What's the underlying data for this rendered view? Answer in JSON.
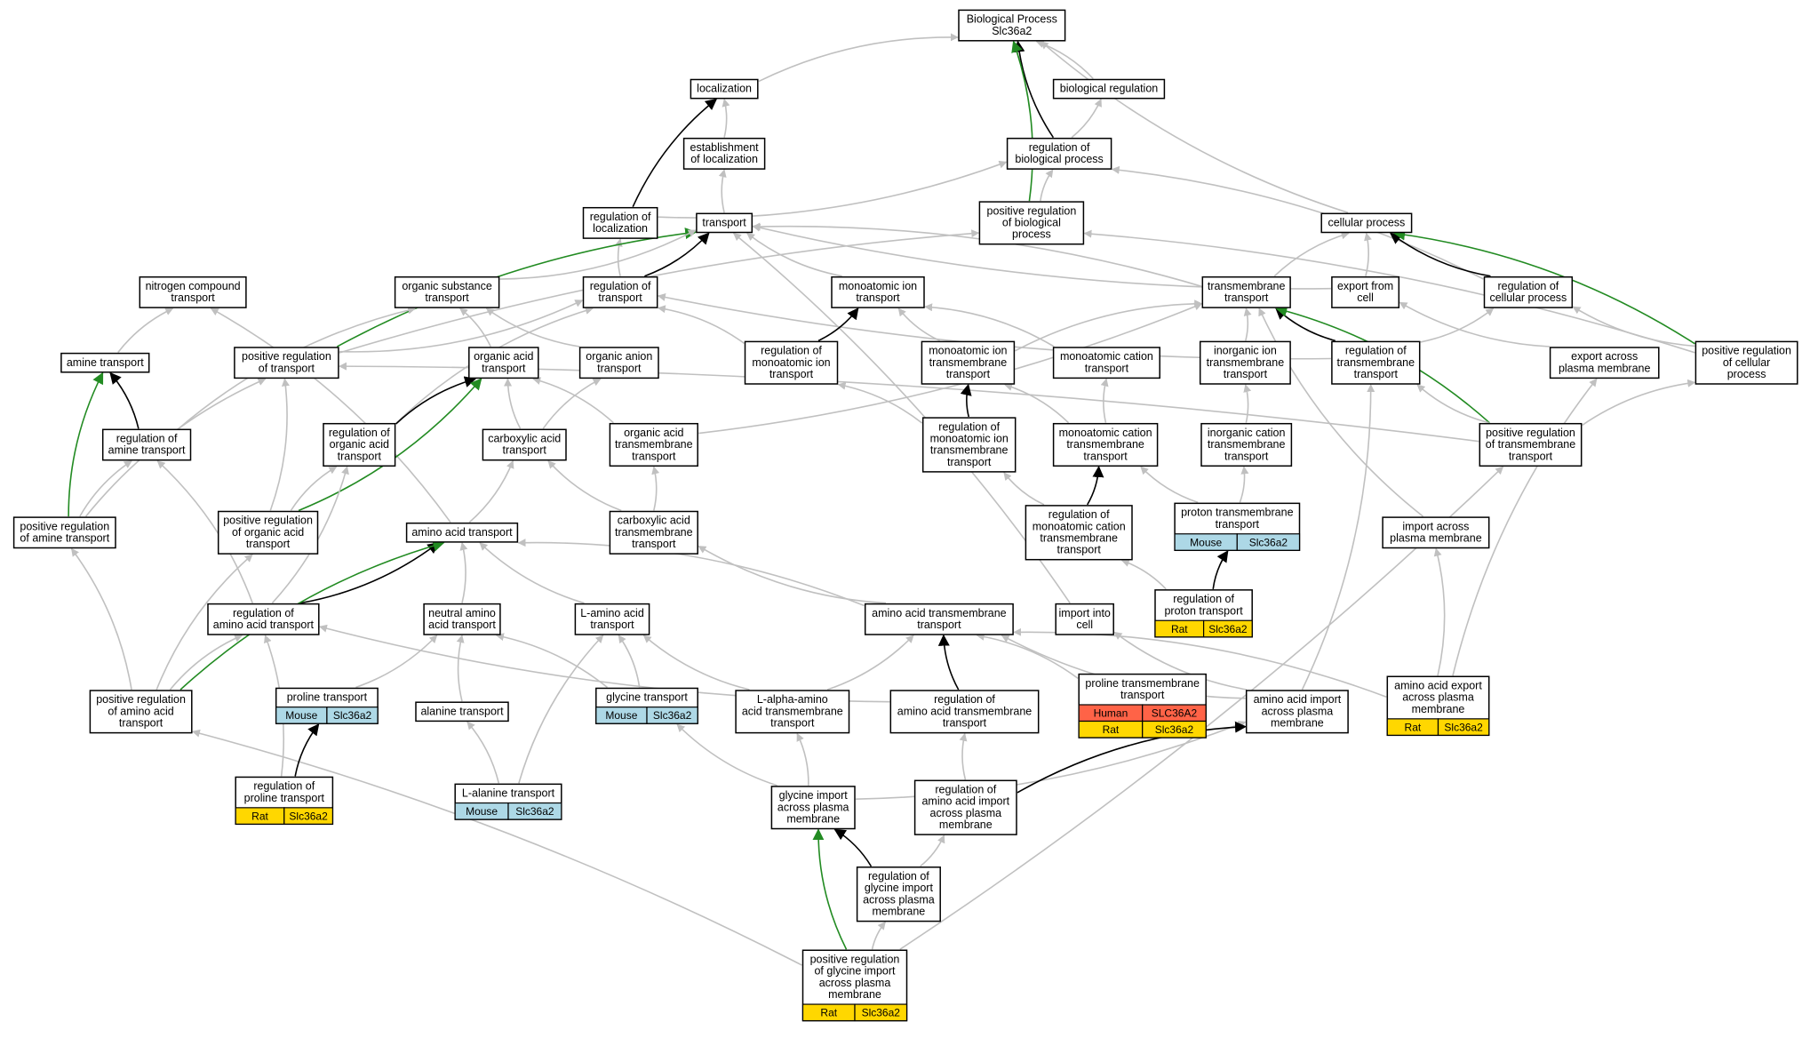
{
  "colors": {
    "gray": "#c0c0c0",
    "black": "#000000",
    "green": "#228b22",
    "mouse": "#add8e6",
    "rat": "#ffd700",
    "human": "#ff6347"
  },
  "nodes": {
    "bp": {
      "lines": [
        "Biological Process",
        "Slc36a2"
      ]
    },
    "loc": {
      "lines": [
        "localization"
      ]
    },
    "bioreg": {
      "lines": [
        "biological regulation"
      ]
    },
    "estloc": {
      "lines": [
        "establishment",
        "of localization"
      ]
    },
    "regbp": {
      "lines": [
        "regulation of",
        "biological process"
      ]
    },
    "regloc": {
      "lines": [
        "regulation of",
        "localization"
      ]
    },
    "transport": {
      "lines": [
        "transport"
      ]
    },
    "posregbp": {
      "lines": [
        "positive regulation",
        "of biological",
        "process"
      ]
    },
    "cellproc": {
      "lines": [
        "cellular process"
      ]
    },
    "nitro": {
      "lines": [
        "nitrogen compound",
        "transport"
      ]
    },
    "orgsub": {
      "lines": [
        "organic substance",
        "transport"
      ]
    },
    "regtrans": {
      "lines": [
        "regulation of",
        "transport"
      ]
    },
    "monoion": {
      "lines": [
        "monoatomic ion",
        "transport"
      ]
    },
    "tmtrans": {
      "lines": [
        "transmembrane",
        "transport"
      ]
    },
    "export": {
      "lines": [
        "export from",
        "cell"
      ]
    },
    "regcell": {
      "lines": [
        "regulation of",
        "cellular process"
      ]
    },
    "amine": {
      "lines": [
        "amine transport"
      ]
    },
    "posregtrans": {
      "lines": [
        "positive regulation",
        "of transport"
      ]
    },
    "orgacid": {
      "lines": [
        "organic acid",
        "transport"
      ]
    },
    "organion": {
      "lines": [
        "organic anion",
        "transport"
      ]
    },
    "regmonoion": {
      "lines": [
        "regulation of",
        "monoatomic ion",
        "transport"
      ]
    },
    "monoiontm": {
      "lines": [
        "monoatomic ion",
        "transmembrane",
        "transport"
      ]
    },
    "monocation": {
      "lines": [
        "monoatomic cation",
        "transport"
      ]
    },
    "inorgiontm": {
      "lines": [
        "inorganic ion",
        "transmembrane",
        "transport"
      ]
    },
    "regtm": {
      "lines": [
        "regulation of",
        "transmembrane",
        "transport"
      ]
    },
    "exportpm": {
      "lines": [
        "export across",
        "plasma membrane"
      ]
    },
    "posregcell": {
      "lines": [
        "positive regulation",
        "of cellular",
        "process"
      ]
    },
    "regamine": {
      "lines": [
        "regulation of",
        "amine transport"
      ]
    },
    "regorgacid": {
      "lines": [
        "regulation of",
        "organic acid",
        "transport"
      ]
    },
    "carbox": {
      "lines": [
        "carboxylic acid",
        "transport"
      ]
    },
    "orgacidtm": {
      "lines": [
        "organic acid",
        "transmembrane",
        "transport"
      ]
    },
    "regmonoiontm": {
      "lines": [
        "regulation of",
        "monoatomic ion",
        "transmembrane",
        "transport"
      ]
    },
    "monocationtm": {
      "lines": [
        "monoatomic cation",
        "transmembrane",
        "transport"
      ]
    },
    "inorgcationtm": {
      "lines": [
        "inorganic cation",
        "transmembrane",
        "transport"
      ]
    },
    "posregtm": {
      "lines": [
        "positive regulation",
        "of transmembrane",
        "transport"
      ]
    },
    "posregamine": {
      "lines": [
        "positive regulation",
        "of amine transport"
      ]
    },
    "posregorgacid": {
      "lines": [
        "positive regulation",
        "of organic acid",
        "transport"
      ]
    },
    "aatrans": {
      "lines": [
        "amino acid transport"
      ]
    },
    "carboxtm": {
      "lines": [
        "carboxylic acid",
        "transmembrane",
        "transport"
      ]
    },
    "regmonocationtm": {
      "lines": [
        "regulation of",
        "monoatomic cation",
        "transmembrane",
        "transport"
      ]
    },
    "protontm": {
      "lines": [
        "proton transmembrane",
        "transport"
      ],
      "cells": [
        [
          "Mouse",
          "Slc36a2",
          "mouse"
        ]
      ]
    },
    "importpm": {
      "lines": [
        "import across",
        "plasma membrane"
      ]
    },
    "regaa": {
      "lines": [
        "regulation of",
        "amino acid transport"
      ]
    },
    "neutralaa": {
      "lines": [
        "neutral amino",
        "acid transport"
      ]
    },
    "laa": {
      "lines": [
        "L-amino acid",
        "transport"
      ]
    },
    "aatm": {
      "lines": [
        "amino acid transmembrane",
        "transport"
      ]
    },
    "importcell": {
      "lines": [
        "import into",
        "cell"
      ]
    },
    "regproton": {
      "lines": [
        "regulation of",
        "proton transport"
      ],
      "cells": [
        [
          "Rat",
          "Slc36a2",
          "rat"
        ]
      ]
    },
    "posregaa": {
      "lines": [
        "positive regulation",
        "of amino acid",
        "transport"
      ]
    },
    "proline": {
      "lines": [
        "proline transport"
      ],
      "cells": [
        [
          "Mouse",
          "Slc36a2",
          "mouse"
        ]
      ]
    },
    "alanine": {
      "lines": [
        "alanine transport"
      ]
    },
    "glycine": {
      "lines": [
        "glycine transport"
      ],
      "cells": [
        [
          "Mouse",
          "Slc36a2",
          "mouse"
        ]
      ]
    },
    "lalphaaa": {
      "lines": [
        "L-alpha-amino",
        "acid transmembrane",
        "transport"
      ]
    },
    "regaatm": {
      "lines": [
        "regulation of",
        "amino acid transmembrane",
        "transport"
      ]
    },
    "prolinetm": {
      "lines": [
        "proline transmembrane",
        "transport"
      ],
      "cells": [
        [
          "Human",
          "SLC36A2",
          "human"
        ],
        [
          "Rat",
          "Slc36a2",
          "rat"
        ]
      ]
    },
    "aaimportpm": {
      "lines": [
        "amino acid import",
        "across plasma",
        "membrane"
      ]
    },
    "aaexportpm": {
      "lines": [
        "amino acid export",
        "across plasma",
        "membrane"
      ],
      "cells": [
        [
          "Rat",
          "Slc36a2",
          "rat"
        ]
      ]
    },
    "regprolinetr": {
      "lines": [
        "regulation of",
        "proline transport"
      ],
      "cells": [
        [
          "Rat",
          "Slc36a2",
          "rat"
        ]
      ]
    },
    "lalanine": {
      "lines": [
        "L-alanine transport"
      ],
      "cells": [
        [
          "Mouse",
          "Slc36a2",
          "mouse"
        ]
      ]
    },
    "glyimportpm": {
      "lines": [
        "glycine import",
        "across plasma",
        "membrane"
      ]
    },
    "regaaimportpm": {
      "lines": [
        "regulation of",
        "amino acid import",
        "across plasma",
        "membrane"
      ]
    },
    "regglyimportpm": {
      "lines": [
        "regulation of",
        "glycine import",
        "across plasma",
        "membrane"
      ]
    },
    "posregglyimportpm": {
      "lines": [
        "positive regulation",
        "of glycine import",
        "across plasma",
        "membrane"
      ],
      "cells": [
        [
          "Rat",
          "Slc36a2",
          "rat"
        ]
      ]
    }
  },
  "edges": [
    [
      "loc",
      "bp",
      "gray"
    ],
    [
      "bioreg",
      "bp",
      "gray"
    ],
    [
      "regbp",
      "bp",
      "black"
    ],
    [
      "posregbp",
      "bp",
      "green"
    ],
    [
      "cellproc",
      "bp",
      "gray"
    ],
    [
      "estloc",
      "loc",
      "gray"
    ],
    [
      "regloc",
      "loc",
      "black"
    ],
    [
      "regbp",
      "bioreg",
      "gray"
    ],
    [
      "transport",
      "estloc",
      "gray"
    ],
    [
      "regloc",
      "regbp",
      "gray"
    ],
    [
      "posregbp",
      "regbp",
      "gray"
    ],
    [
      "regcell",
      "regbp",
      "gray"
    ],
    [
      "regtrans",
      "regloc",
      "gray"
    ],
    [
      "regtrans",
      "transport",
      "black"
    ],
    [
      "posregtrans",
      "transport",
      "green"
    ],
    [
      "orgsub",
      "transport",
      "gray"
    ],
    [
      "monoion",
      "transport",
      "gray"
    ],
    [
      "tmtrans",
      "transport",
      "gray"
    ],
    [
      "export",
      "transport",
      "gray"
    ],
    [
      "importcell",
      "transport",
      "gray"
    ],
    [
      "posregtrans",
      "posregbp",
      "gray"
    ],
    [
      "posregcell",
      "posregbp",
      "gray"
    ],
    [
      "tmtrans",
      "cellproc",
      "gray"
    ],
    [
      "export",
      "cellproc",
      "gray"
    ],
    [
      "regcell",
      "cellproc",
      "black"
    ],
    [
      "posregcell",
      "cellproc",
      "green"
    ],
    [
      "amine",
      "nitro",
      "gray"
    ],
    [
      "aatrans",
      "nitro",
      "gray"
    ],
    [
      "regamine",
      "orgsub",
      "gray"
    ],
    [
      "orgacid",
      "orgsub",
      "gray"
    ],
    [
      "organion",
      "orgsub",
      "gray"
    ],
    [
      "posregtrans",
      "regtrans",
      "gray"
    ],
    [
      "regorgacid",
      "regtrans",
      "gray"
    ],
    [
      "regmonoion",
      "regtrans",
      "gray"
    ],
    [
      "regtm",
      "regtrans",
      "gray"
    ],
    [
      "regmonoion",
      "monoion",
      "black"
    ],
    [
      "monoiontm",
      "monoion",
      "gray"
    ],
    [
      "monocation",
      "monoion",
      "gray"
    ],
    [
      "monoiontm",
      "tmtrans",
      "gray"
    ],
    [
      "inorgiontm",
      "tmtrans",
      "gray"
    ],
    [
      "regtm",
      "tmtrans",
      "black"
    ],
    [
      "posregtm",
      "tmtrans",
      "green"
    ],
    [
      "importpm",
      "tmtrans",
      "gray"
    ],
    [
      "orgacidtm",
      "tmtrans",
      "gray"
    ],
    [
      "exportpm",
      "export",
      "gray"
    ],
    [
      "regtm",
      "regcell",
      "gray"
    ],
    [
      "posregcell",
      "regcell",
      "gray"
    ],
    [
      "regamine",
      "amine",
      "black"
    ],
    [
      "posregamine",
      "amine",
      "green"
    ],
    [
      "posregorgacid",
      "posregtrans",
      "gray"
    ],
    [
      "posregamine",
      "posregtrans",
      "gray"
    ],
    [
      "posregtm",
      "posregtrans",
      "gray"
    ],
    [
      "regorgacid",
      "orgacid",
      "black"
    ],
    [
      "posregorgacid",
      "orgacid",
      "green"
    ],
    [
      "carbox",
      "orgacid",
      "gray"
    ],
    [
      "orgacidtm",
      "orgacid",
      "gray"
    ],
    [
      "carbox",
      "organion",
      "gray"
    ],
    [
      "regmonoiontm",
      "regmonoion",
      "gray"
    ],
    [
      "regmonoiontm",
      "monoiontm",
      "black"
    ],
    [
      "monocationtm",
      "monoiontm",
      "gray"
    ],
    [
      "monocationtm",
      "monocation",
      "gray"
    ],
    [
      "inorgcationtm",
      "inorgiontm",
      "gray"
    ],
    [
      "posregtm",
      "regtm",
      "gray"
    ],
    [
      "aaimportpm",
      "regtm",
      "gray"
    ],
    [
      "aaexportpm",
      "exportpm",
      "gray"
    ],
    [
      "regaa",
      "regamine",
      "gray"
    ],
    [
      "posregamine",
      "regamine",
      "gray"
    ],
    [
      "regaa",
      "regorgacid",
      "gray"
    ],
    [
      "posregorgacid",
      "regorgacid",
      "gray"
    ],
    [
      "aatrans",
      "carbox",
      "gray"
    ],
    [
      "carboxtm",
      "carbox",
      "gray"
    ],
    [
      "carboxtm",
      "orgacidtm",
      "gray"
    ],
    [
      "regmonocationtm",
      "regmonoiontm",
      "gray"
    ],
    [
      "regmonocationtm",
      "monocationtm",
      "black"
    ],
    [
      "protontm",
      "monocationtm",
      "gray"
    ],
    [
      "protontm",
      "inorgcationtm",
      "gray"
    ],
    [
      "posregtm",
      "posregcell",
      "gray"
    ],
    [
      "posregaa",
      "posregamine",
      "gray"
    ],
    [
      "posregaa",
      "posregorgacid",
      "gray"
    ],
    [
      "regaa",
      "aatrans",
      "black"
    ],
    [
      "posregaa",
      "aatrans",
      "green"
    ],
    [
      "neutralaa",
      "aatrans",
      "gray"
    ],
    [
      "laa",
      "aatrans",
      "gray"
    ],
    [
      "aatm",
      "aatrans",
      "gray"
    ],
    [
      "aatm",
      "carboxtm",
      "gray"
    ],
    [
      "regproton",
      "regmonocationtm",
      "gray"
    ],
    [
      "regproton",
      "protontm",
      "black"
    ],
    [
      "aaexportpm",
      "importpm",
      "gray"
    ],
    [
      "posregaa",
      "regaa",
      "gray"
    ],
    [
      "regprolinetr",
      "regaa",
      "gray"
    ],
    [
      "regaatm",
      "regaa",
      "gray"
    ],
    [
      "proline",
      "neutralaa",
      "gray"
    ],
    [
      "alanine",
      "neutralaa",
      "gray"
    ],
    [
      "glycine",
      "neutralaa",
      "gray"
    ],
    [
      "lalphaaa",
      "laa",
      "gray"
    ],
    [
      "glycine",
      "laa",
      "gray"
    ],
    [
      "lalanine",
      "laa",
      "gray"
    ],
    [
      "lalphaaa",
      "aatm",
      "gray"
    ],
    [
      "regaatm",
      "aatm",
      "black"
    ],
    [
      "prolinetm",
      "aatm",
      "gray"
    ],
    [
      "aaimportpm",
      "aatm",
      "gray"
    ],
    [
      "aaexportpm",
      "aatm",
      "gray"
    ],
    [
      "aaimportpm",
      "importcell",
      "gray"
    ],
    [
      "posregglyimportpm",
      "posregaa",
      "gray"
    ],
    [
      "regprolinetr",
      "proline",
      "black"
    ],
    [
      "lalanine",
      "alanine",
      "gray"
    ],
    [
      "glyimportpm",
      "glycine",
      "gray"
    ],
    [
      "glyimportpm",
      "lalphaaa",
      "gray"
    ],
    [
      "regaaimportpm",
      "regaatm",
      "gray"
    ],
    [
      "glyimportpm",
      "aaimportpm",
      "gray"
    ],
    [
      "regaaimportpm",
      "aaimportpm",
      "black"
    ],
    [
      "regglyimportpm",
      "glyimportpm",
      "black"
    ],
    [
      "posregglyimportpm",
      "glyimportpm",
      "green"
    ],
    [
      "regglyimportpm",
      "regaaimportpm",
      "gray"
    ],
    [
      "posregglyimportpm",
      "regglyimportpm",
      "gray"
    ],
    [
      "posregglyimportpm",
      "posregtm",
      "gray"
    ]
  ]
}
